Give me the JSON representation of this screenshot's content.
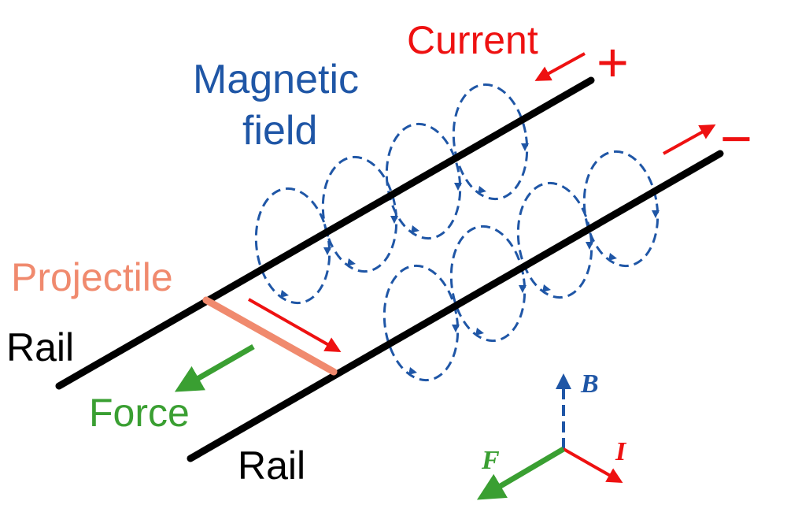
{
  "labels": {
    "current": "Current",
    "magnetic_field_line1": "Magnetic",
    "magnetic_field_line2": "field",
    "projectile": "Projectile",
    "rail_upper": "Rail",
    "rail_lower": "Rail",
    "force": "Force",
    "plus": "+",
    "minus": "−"
  },
  "axes": {
    "b": "B",
    "i": "I",
    "f": "F"
  },
  "colors": {
    "rail": "#000000",
    "current": "#ee1111",
    "field": "#1f56a6",
    "projectile": "#f08a6e",
    "force": "#3a9f32"
  }
}
